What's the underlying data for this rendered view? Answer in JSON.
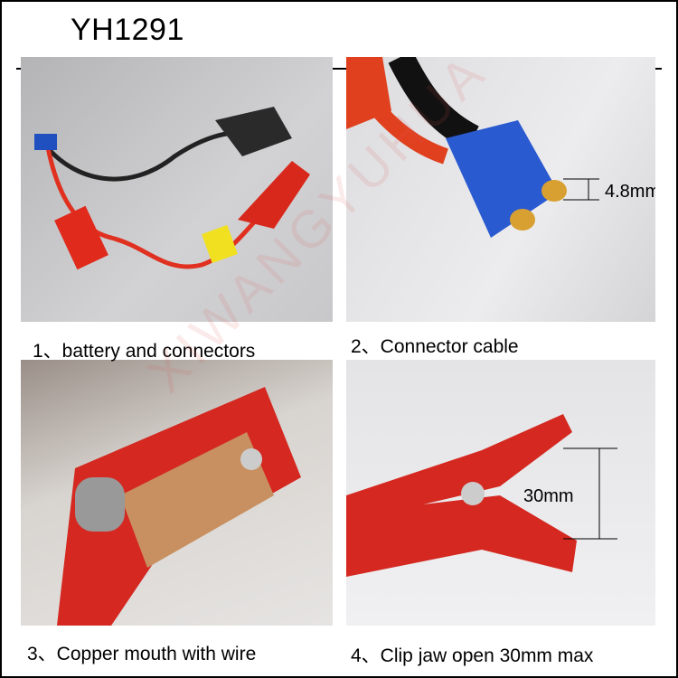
{
  "header": {
    "title": "YH1291"
  },
  "panels": [
    {
      "caption": "1、battery and connectors"
    },
    {
      "caption": "2、Connector cable",
      "dimension": "4.8mm"
    },
    {
      "caption": "3、Copper mouth with wire"
    },
    {
      "caption": "4、Clip jaw open 30mm max",
      "dimension": "30mm"
    }
  ],
  "watermark": "XIWANGYUHUA"
}
